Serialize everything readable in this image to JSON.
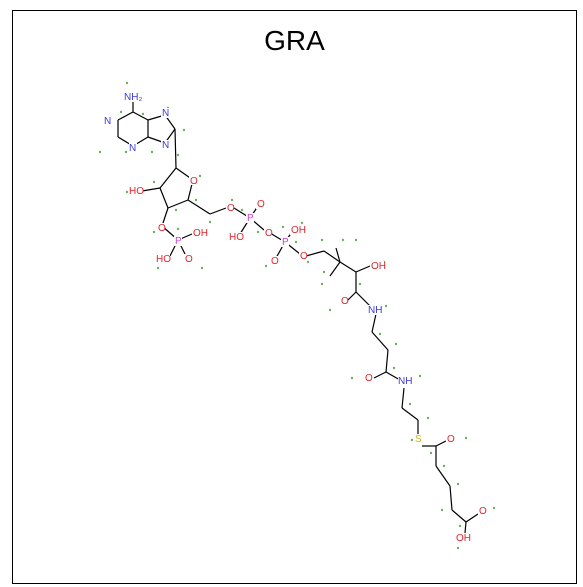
{
  "title": "GRA",
  "atoms": [
    {
      "id": "nh2",
      "label": "NH₂",
      "role": "N"
    },
    {
      "id": "n_a1",
      "label": "N",
      "role": "N"
    },
    {
      "id": "n_a2",
      "label": "N",
      "role": "N"
    },
    {
      "id": "n_a3",
      "label": "N",
      "role": "N"
    },
    {
      "id": "n_a4",
      "label": "N",
      "role": "N"
    },
    {
      "id": "o_ring",
      "label": "O",
      "role": "O"
    },
    {
      "id": "ho_sugar",
      "label": "HO",
      "role": "O"
    },
    {
      "id": "o_3p",
      "label": "O",
      "role": "O"
    },
    {
      "id": "p1",
      "label": "P",
      "role": "P"
    },
    {
      "id": "oh_p1",
      "label": "OH",
      "role": "O"
    },
    {
      "id": "ho_p1",
      "label": "HO",
      "role": "O"
    },
    {
      "id": "o_p1d",
      "label": "O",
      "role": "O"
    },
    {
      "id": "o_5",
      "label": "O",
      "role": "O"
    },
    {
      "id": "p2",
      "label": "P",
      "role": "P"
    },
    {
      "id": "o_p2",
      "label": "O",
      "role": "O"
    },
    {
      "id": "ho_p2",
      "label": "HO",
      "role": "O"
    },
    {
      "id": "o_bridge",
      "label": "O",
      "role": "O"
    },
    {
      "id": "p3",
      "label": "P",
      "role": "P"
    },
    {
      "id": "oh_p3",
      "label": "OH",
      "role": "O"
    },
    {
      "id": "o_p3",
      "label": "O",
      "role": "O"
    },
    {
      "id": "o_p3b",
      "label": "O",
      "role": "O"
    },
    {
      "id": "oh_pant",
      "label": "OH",
      "role": "O"
    },
    {
      "id": "o_am1",
      "label": "O",
      "role": "O"
    },
    {
      "id": "nh_1",
      "label": "NH",
      "role": "N"
    },
    {
      "id": "o_am2",
      "label": "O",
      "role": "O"
    },
    {
      "id": "nh_2",
      "label": "NH",
      "role": "N"
    },
    {
      "id": "s",
      "label": "S",
      "role": "S"
    },
    {
      "id": "o_thio",
      "label": "O",
      "role": "O"
    },
    {
      "id": "o_acid",
      "label": "O",
      "role": "O"
    },
    {
      "id": "oh_acid",
      "label": "OH",
      "role": "O"
    }
  ],
  "colors": {
    "N": "#3a3ad6",
    "O": "#e0242a",
    "P": "#cf3fcf",
    "S": "#c9b21e",
    "C": "#000000",
    "index": "#6fae5e"
  }
}
